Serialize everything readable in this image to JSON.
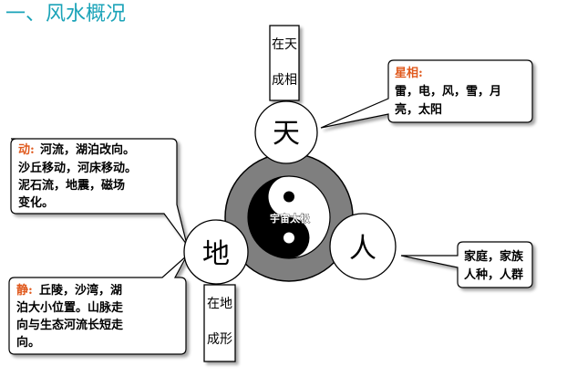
{
  "title": "一、风水概况",
  "heaven_box": [
    "在天",
    "成相"
  ],
  "earth_box": [
    "在地",
    "成形"
  ],
  "circles": {
    "heaven": "天",
    "earth": "地",
    "human": "人",
    "center": "宇宙太极"
  },
  "callouts": {
    "star": {
      "label": "星相:",
      "lines": [
        "雷，电，风，雪，月",
        "亮，太阳"
      ]
    },
    "move": {
      "label": "动:",
      "lines": [
        "河流，湖泊改向。",
        "沙丘移动，河床移动。",
        "泥石流，地震，磁场",
        "变化。"
      ]
    },
    "still": {
      "label": "静:",
      "lines": [
        "丘陵，沙湾，湖",
        "泊大小位置。山脉走",
        "向与生态河流长短走",
        "向。"
      ]
    },
    "human": {
      "lines": [
        "家庭，家族",
        "人种，人群"
      ]
    }
  },
  "colors": {
    "title": "#1aa3b8",
    "label": "#e05a1e",
    "ring": "#7f7f7f",
    "text": "#000000"
  }
}
